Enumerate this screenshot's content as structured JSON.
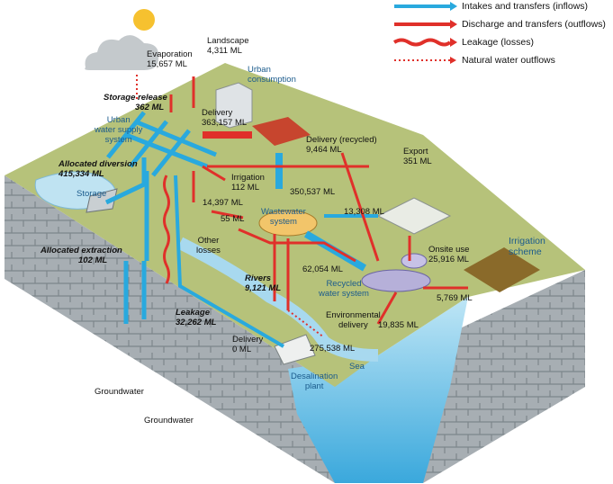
{
  "legend": {
    "inflows": "Intakes and transfers (inflows)",
    "outflows": "Discharge and transfers (outflows)",
    "leakage": "Leakage (losses)",
    "natural": "Natural water outflows"
  },
  "labels": {
    "evaporation": "Evaporation",
    "evaporation_val": "15,657 ML",
    "landscape": "Landscape",
    "landscape_val": "4,311 ML",
    "urban_consumption_1": "Urban",
    "urban_consumption_2": "consumption",
    "storage_release": "Storage release",
    "storage_release_val": "362 ML",
    "delivery": "Delivery",
    "delivery_val": "363,157 ML",
    "urban_supply_1": "Urban",
    "urban_supply_2": "water supply",
    "urban_supply_3": "system",
    "delivery_recycled": "Delivery (recycled)",
    "delivery_recycled_val": "9,464 ML",
    "export": "Export",
    "export_val": "351 ML",
    "allocated_diversion": "Allocated diversion",
    "allocated_diversion_val": "415,334 ML",
    "irrigation": "Irrigation",
    "irrigation_val": "112 ML",
    "storage": "Storage",
    "val_350537": "350,537 ML",
    "val_14397": "14,397 ML",
    "wastewater_1": "Wastewater",
    "wastewater_2": "system",
    "val_13308": "13,308 ML",
    "val_55": "55 ML",
    "other_losses_1": "Other",
    "other_losses_2": "losses",
    "irrigation_scheme_1": "Irrigation",
    "irrigation_scheme_2": "scheme",
    "onsite_use": "Onsite use",
    "onsite_use_val": "25,916 ML",
    "allocated_extraction": "Allocated extraction",
    "allocated_extraction_val": "102 ML",
    "val_62054": "62,054 ML",
    "rivers": "Rivers",
    "rivers_val": "9,121 ML",
    "recycled_1": "Recycled",
    "recycled_2": "water system",
    "val_5769": "5,769 ML",
    "leakage": "Leakage",
    "leakage_val": "32,262 ML",
    "env_delivery_1": "Environmental",
    "env_delivery_2": "delivery",
    "val_19835": "19,835 ML",
    "delivery2": "Delivery",
    "delivery2_val": "0 ML",
    "val_275538": "275,538 ML",
    "sea": "Sea",
    "desal_1": "Desalination",
    "desal_2": "plant",
    "groundwater_1": "Groundwater",
    "groundwater_2": "Groundwater"
  },
  "colors": {
    "inflow": "#29a9de",
    "outflow": "#e0302a",
    "grass": "#b6c27a",
    "rock": "#9aa3a8",
    "water": "#6fc0e6"
  }
}
